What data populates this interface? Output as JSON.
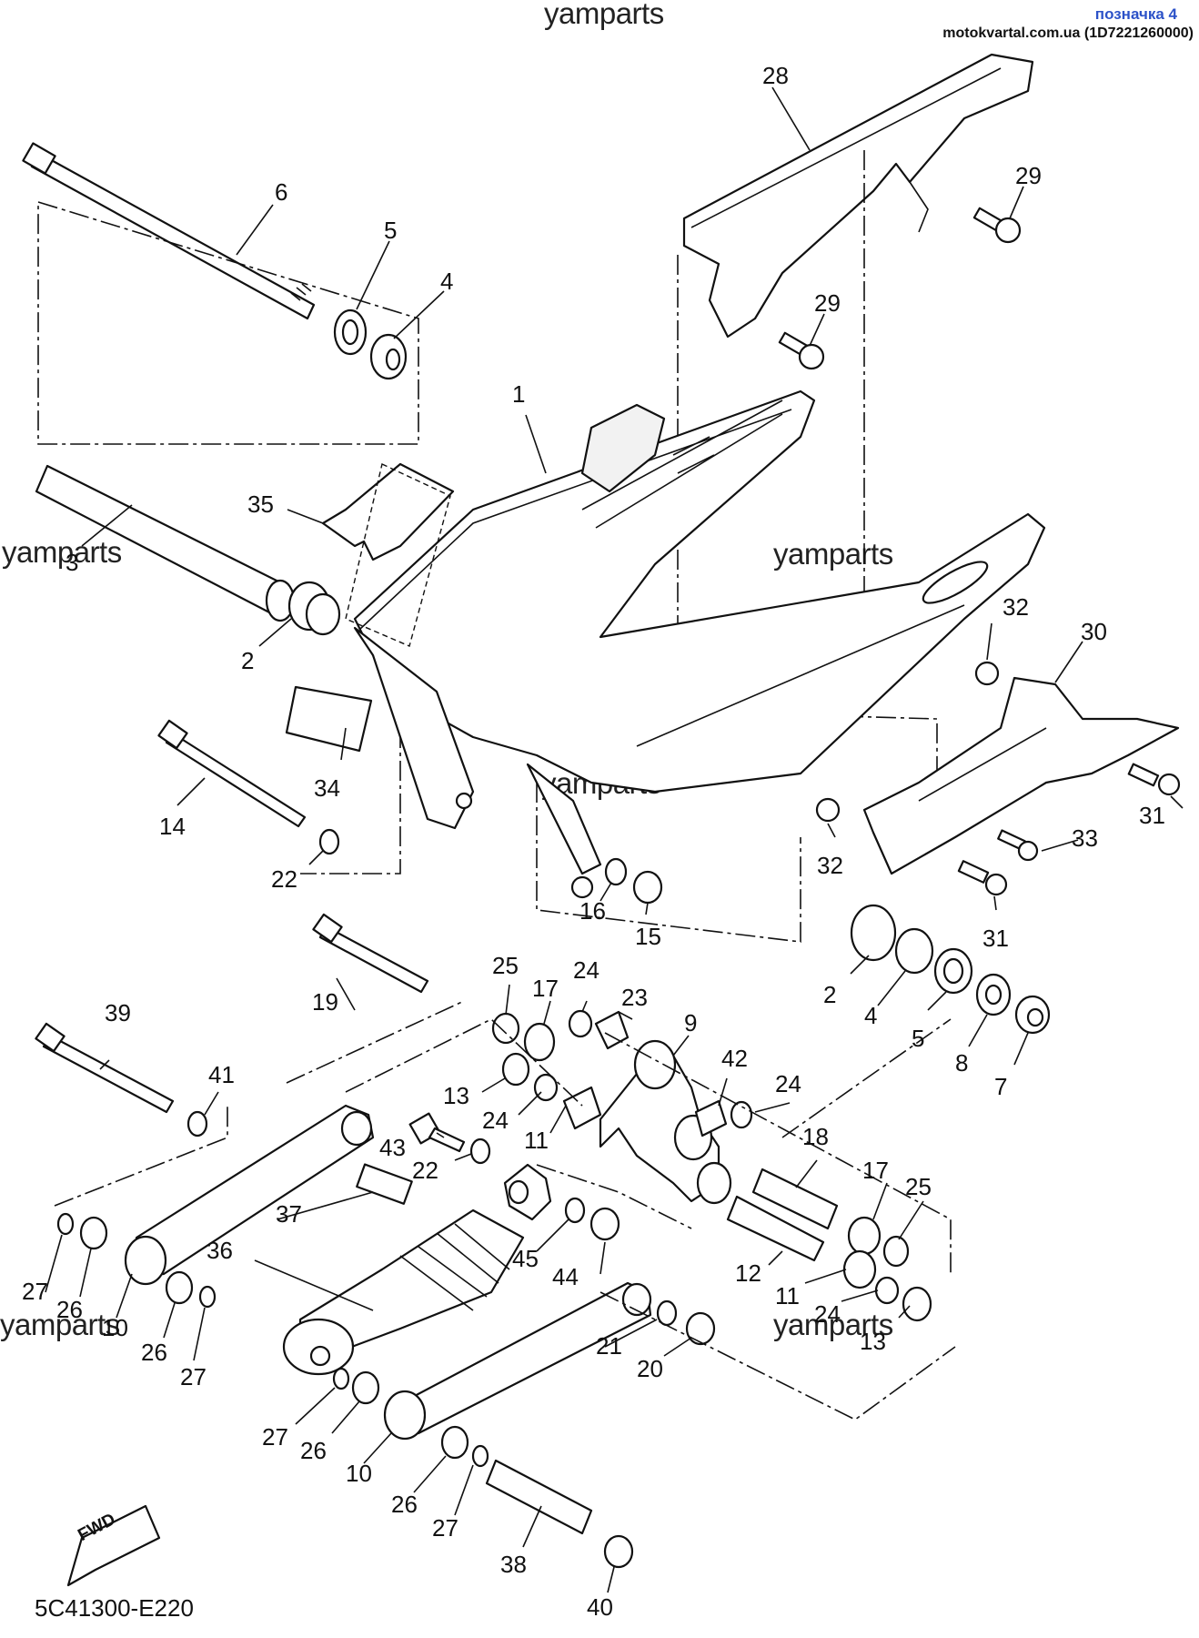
{
  "header": {
    "tag_label": "позначка 4",
    "site_ref": "motokvartal.com.ua (1D7221260000)"
  },
  "watermarks": [
    "yamparts",
    "yamparts",
    "yamparts",
    "yamparts",
    "yamparts",
    "yamparts"
  ],
  "diagram_code": "5C41300-E220",
  "fwd_label": "FWD",
  "callouts": [
    "28",
    "29",
    "6",
    "5",
    "4",
    "29",
    "1",
    "35",
    "3",
    "2",
    "32",
    "30",
    "34",
    "14",
    "22",
    "32",
    "33",
    "31",
    "16",
    "15",
    "31",
    "2",
    "4",
    "5",
    "8",
    "7",
    "25",
    "24",
    "17",
    "23",
    "9",
    "19",
    "39",
    "42",
    "24",
    "41",
    "13",
    "24",
    "11",
    "43",
    "22",
    "18",
    "17",
    "25",
    "37",
    "36",
    "45",
    "44",
    "12",
    "11",
    "24",
    "13",
    "27",
    "26",
    "10",
    "26",
    "27",
    "21",
    "20",
    "27",
    "26",
    "10",
    "26",
    "27",
    "38",
    "40"
  ],
  "colors": {
    "tag_label": "#2c52c8",
    "ink": "#111111"
  }
}
